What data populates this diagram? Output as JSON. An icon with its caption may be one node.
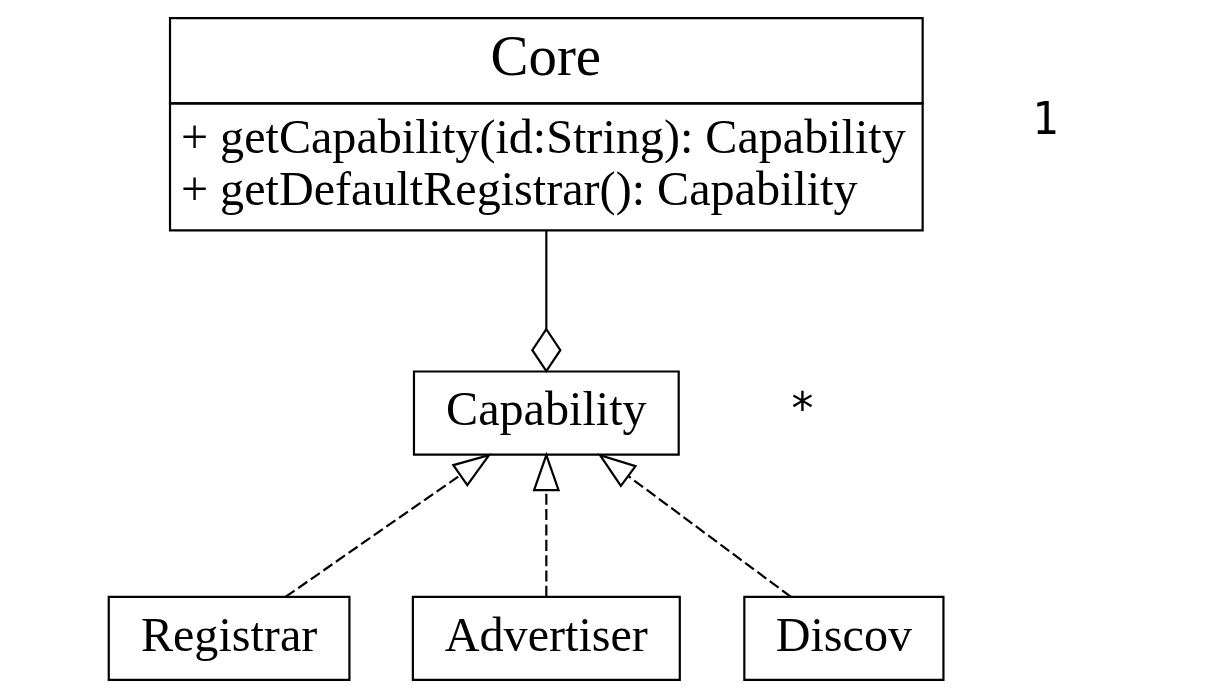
{
  "diagram": {
    "nodes": [
      {
        "text": [
          "Core",
          "+ getCapability(id:String): Capability",
          "+ getDefaultRegistrar(): Capability"
        ]
      },
      {
        "text": [
          "Capability"
        ]
      },
      {
        "text": [
          "Registrar"
        ]
      },
      {
        "text": [
          "Advertiser"
        ]
      },
      {
        "text": [
          "Discov"
        ]
      }
    ],
    "edges": [
      {
        "from": 0,
        "to": 1,
        "arrow": "other"
      },
      {
        "from": 2,
        "to": 1,
        "arrow": "to",
        "style": "dashed"
      },
      {
        "from": 3,
        "to": 1,
        "arrow": "to",
        "style": "dashed"
      },
      {
        "from": 4,
        "to": 1,
        "arrow": "to",
        "style": "dashed"
      }
    ],
    "labels": [
      "1",
      "*"
    ]
  }
}
